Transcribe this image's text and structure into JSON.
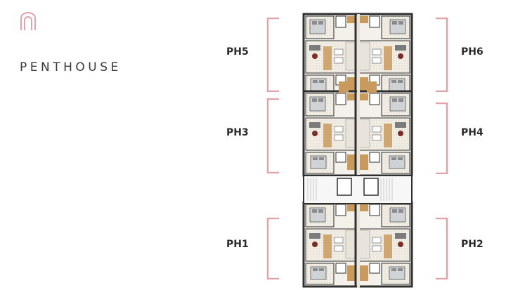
{
  "header": {
    "title": "PENTHOUSE",
    "logo_icon": "arch-doorway-icon"
  },
  "units": [
    {
      "id": "ph5",
      "label": "PH5",
      "side": "left"
    },
    {
      "id": "ph6",
      "label": "PH6",
      "side": "right"
    },
    {
      "id": "ph3",
      "label": "PH3",
      "side": "left"
    },
    {
      "id": "ph4",
      "label": "PH4",
      "side": "right"
    },
    {
      "id": "ph1",
      "label": "PH1",
      "side": "left"
    },
    {
      "id": "ph2",
      "label": "PH2",
      "side": "right"
    }
  ],
  "colors": {
    "accent": "#e0a3aa",
    "wall": "#2f2f2f",
    "floor": "#f4f1ea",
    "wood": "#c99a5e",
    "sofa": "#7b7b7b",
    "bed": "#cfd3d6",
    "label": "#2b2b2b"
  }
}
